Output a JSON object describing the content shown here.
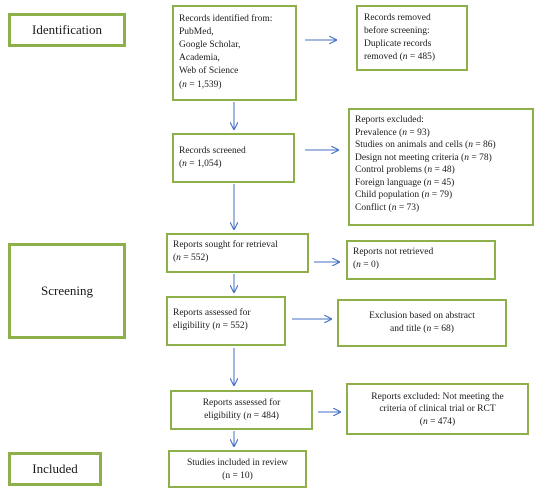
{
  "stages": {
    "identification": "Identification",
    "screening": "Screening",
    "included": "Included"
  },
  "boxes": {
    "identified": {
      "lines": [
        "Records identified from:",
        "PubMed,",
        "Google Scholar,",
        "Academia,",
        "Web of Science"
      ],
      "count_open": "(",
      "n": "n",
      "count_close": " = 1,539)"
    },
    "removed": {
      "lines": [
        "Records removed",
        "before screening:",
        "Duplicate records"
      ],
      "last_pre": "removed (",
      "n": "n",
      "last_post": " = 485)"
    },
    "screened": {
      "line1": "Records screened",
      "count_open": "(",
      "n": "n",
      "count_close": " = 1,054)"
    },
    "excluded": {
      "title": "Reports excluded:",
      "items": [
        {
          "label": "Prevalence (",
          "n": "n",
          "value": " = 93)"
        },
        {
          "label": "Studies on animals and cells (",
          "n": "n",
          "value": " = 86)"
        },
        {
          "label": "Design not meeting criteria (",
          "n": "n",
          "value": " = 78)"
        },
        {
          "label": "Control problems (",
          "n": "n",
          "value": " = 48)"
        },
        {
          "label": "Foreign language (",
          "n": "n",
          "value": " = 45)"
        },
        {
          "label": "Child population (",
          "n": "n",
          "value": " = 79)"
        },
        {
          "label": "Conflict (",
          "n": "n",
          "value": " = 73)"
        }
      ]
    },
    "sought": {
      "line1": "Reports sought for retrieval",
      "count_open": "(",
      "n": "n",
      "count_close": " = 552)"
    },
    "not_retrieved": {
      "line1": "Reports not retrieved",
      "count_open": "(",
      "n": "n",
      "count_close": " = 0)"
    },
    "assessed1": {
      "line1": "Reports assessed for",
      "pre": "eligibility (",
      "n": "n",
      "post": " = 552)"
    },
    "exclusion_abstract": {
      "line1": "Exclusion based on abstract",
      "line2": "and title (",
      "n": "n",
      "post": " = 68)"
    },
    "assessed2": {
      "line1": "Reports assessed for",
      "pre": "eligibility (",
      "n": "n",
      "post": " = 484)"
    },
    "excluded_rct": {
      "line1": "Reports excluded: Not meeting the",
      "line2": "criteria of clinical trial or RCT",
      "pre": "(",
      "n": "n",
      "post": " = 474)"
    },
    "included_studies": {
      "line1": "Studies included in review",
      "pre": "(n = 10)"
    }
  },
  "colors": {
    "box_border": "#8db04a",
    "arrow": "#4472c4"
  }
}
